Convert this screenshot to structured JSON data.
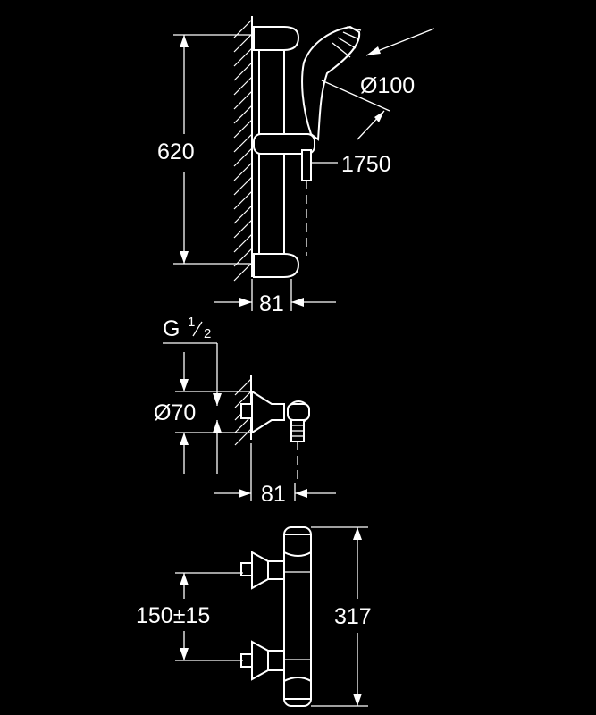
{
  "drawing": {
    "shower_rail": {
      "rail_length": "620",
      "handshower_diameter": "Ø100",
      "hose_length": "1750",
      "rail_depth": "81"
    },
    "wall_outlet": {
      "thread_main": "G",
      "thread_num": "1",
      "thread_den": "2",
      "flange_diameter": "Ø70",
      "depth": "81"
    },
    "thermostat": {
      "inlet_spacing": "150±15",
      "height": "317"
    }
  }
}
